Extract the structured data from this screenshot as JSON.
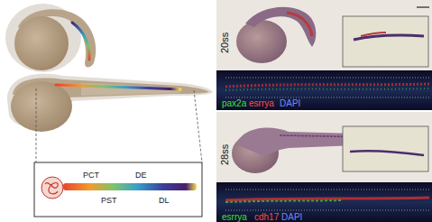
{
  "diagram": {
    "labels": [
      "20ss",
      "pax2a",
      "esrrya",
      "DAPI",
      "28ss",
      "esrrya",
      "cdh17",
      "DAPI",
      "PCT",
      "DE",
      "PST",
      "DL"
    ]
  }
}
